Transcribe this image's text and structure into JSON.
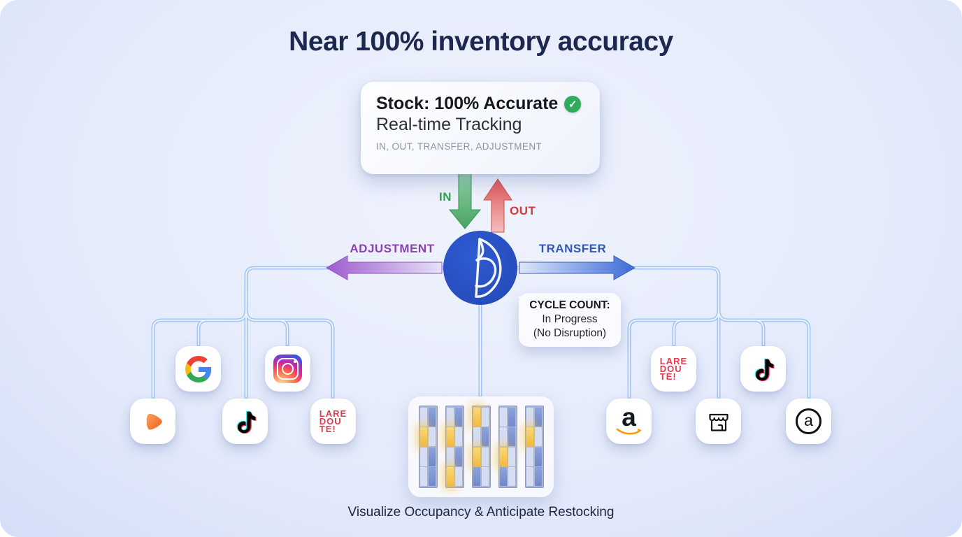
{
  "title": "Near 100% inventory accuracy",
  "icons": {
    "check": "✓"
  },
  "stock_card": {
    "line1": "Stock: 100% Accurate",
    "line2": "Real-time Tracking",
    "line3": "IN, OUT, TRANSFER, ADJUSTMENT",
    "check_icon": "check-circle-icon",
    "check_color": "#2eac5b"
  },
  "flows": {
    "in": {
      "label": "IN",
      "color": "#2f9e50"
    },
    "out": {
      "label": "OUT",
      "color": "#d93a3a"
    },
    "adjustment": {
      "label": "ADJUSTMENT",
      "color": "#8b41b0"
    },
    "transfer": {
      "label": "TRANSFER",
      "color": "#2d57b8"
    }
  },
  "hub": {
    "logo": "d-mark-logo",
    "color": "#2a51c5"
  },
  "cycle_bubble": {
    "title": "CYCLE COUNT:",
    "line1": "In Progress",
    "line2": "(No Disruption)"
  },
  "channels": {
    "left": [
      "play-video",
      "google",
      "tiktok",
      "instagram",
      "la-redoute"
    ],
    "right": [
      "amazon",
      "la-redoute",
      "marketplace-store",
      "tiktok",
      "a-circle"
    ],
    "la_redoute_text": [
      "LARE",
      "DOU",
      "TE!"
    ],
    "amazon_letter": "a",
    "a_circle_letter": "a"
  },
  "warehouse": {
    "caption": "Visualize Occupancy & Anticipate Restocking",
    "legend": {
      "e": "empty",
      "b": "occupied",
      "y": "restock-highlight"
    },
    "racks": [
      [
        "e",
        "b",
        "y",
        "e",
        "e",
        "b",
        "e",
        "b"
      ],
      [
        "e",
        "b",
        "y",
        "e",
        "e",
        "b",
        "y",
        "e"
      ],
      [
        "y",
        "e",
        "e",
        "b",
        "y",
        "e",
        "b",
        "e"
      ],
      [
        "e",
        "b",
        "e",
        "b",
        "y",
        "e",
        "b",
        "e"
      ],
      [
        "e",
        "b",
        "y",
        "e",
        "e",
        "b",
        "e",
        "b"
      ]
    ]
  },
  "colors": {
    "background_edge": "#b9c9f1",
    "background_center": "#f0f3fd",
    "wire": "#9fc3f5",
    "hub_blue": "#2a51c5",
    "highlight_yellow": "#f5c34d",
    "occupied_blue": "#7f98d8",
    "title_navy": "#1c2850"
  }
}
